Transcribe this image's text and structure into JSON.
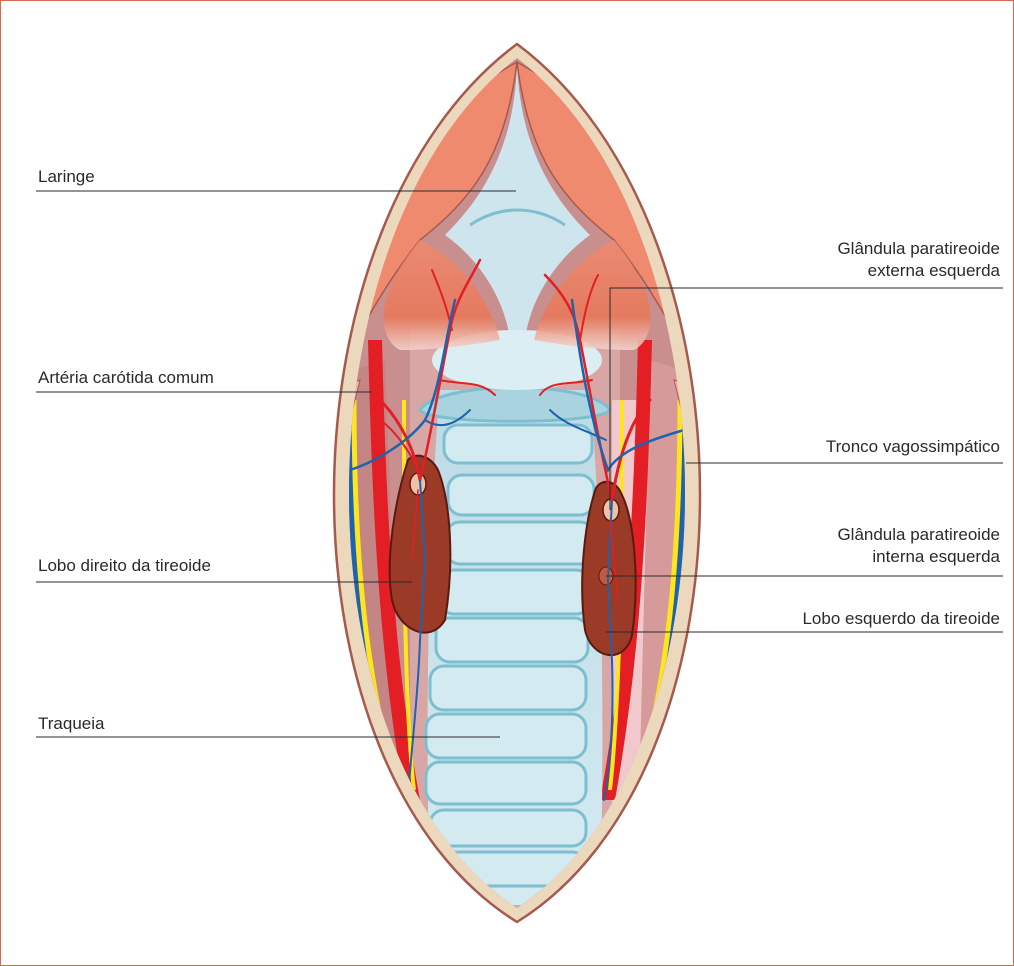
{
  "labels": {
    "laringe": "Laringe",
    "carotida": "Artéria carótida comum",
    "lobo_direito": "Lobo direito da tireoide",
    "traqueia": "Traqueia",
    "paratireoide_externa_l1": "Glândula paratireoide",
    "paratireoide_externa_l2": "externa esquerda",
    "tronco": "Tronco vagossimpático",
    "paratireoide_interna_l1": "Glândula paratireoide",
    "paratireoide_interna_l2": "interna esquerda",
    "lobo_esquerdo": "Lobo esquerdo da tireoide"
  },
  "colors": {
    "frame": "#d56a52",
    "skin": "#ecd8bd",
    "skin_edge": "#a65a4e",
    "cavity": "#c98e8e",
    "muscle": "#f08a6e",
    "muscle_dark": "#dd6e55",
    "trachea": "#cfe5ed",
    "trachea_ring": "#7dbfd0",
    "thyroid": "#9b3a26",
    "artery": "#e31e24",
    "vein": "#1e63ad",
    "nerve": "#ffe51e"
  }
}
